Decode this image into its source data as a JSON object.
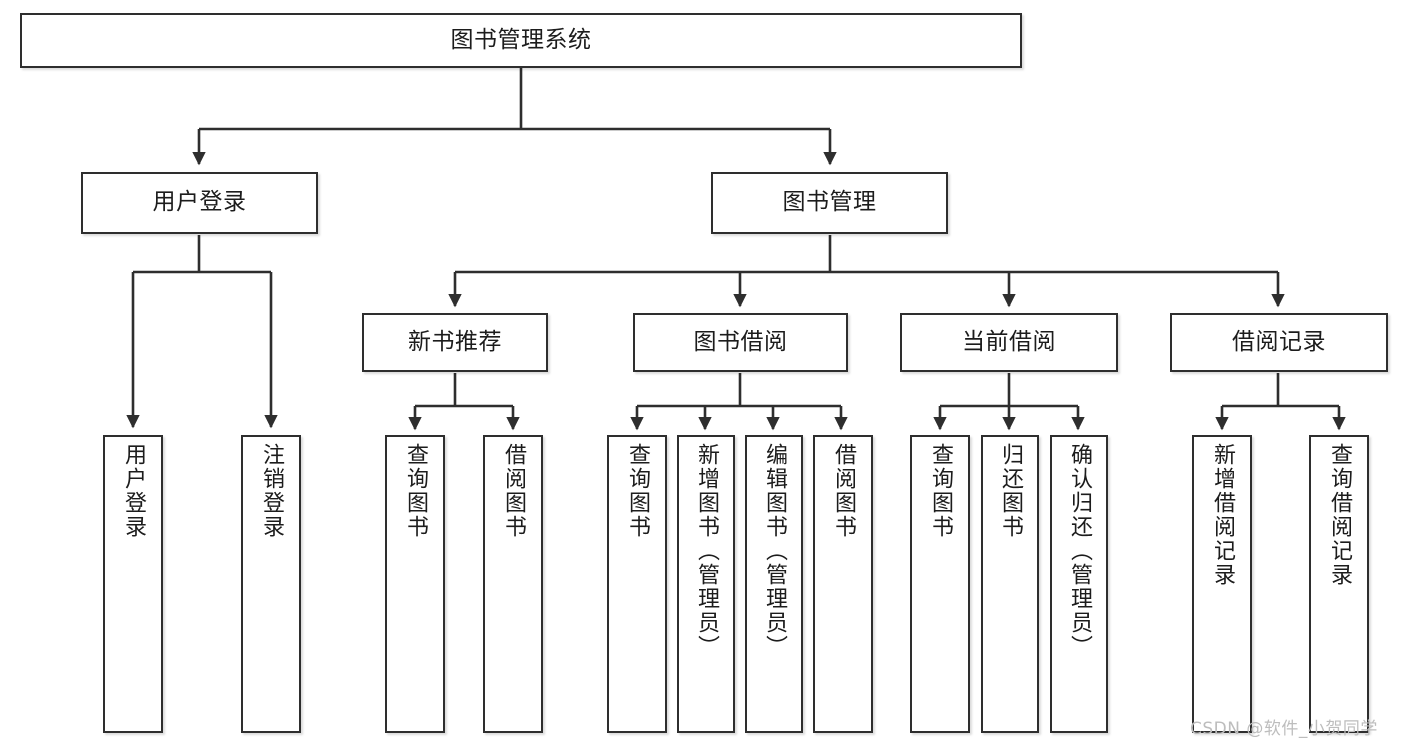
{
  "diagram": {
    "title_node": {
      "label": "图书管理系统"
    },
    "level2": [
      {
        "label": "用户登录"
      },
      {
        "label": "图书管理"
      }
    ],
    "level3": [
      {
        "label": "新书推荐"
      },
      {
        "label": "图书借阅"
      },
      {
        "label": "当前借阅"
      },
      {
        "label": "借阅记录"
      }
    ],
    "leaves": [
      {
        "label": "用户登录"
      },
      {
        "label": "注销登录"
      },
      {
        "label": "查询图书"
      },
      {
        "label": "借阅图书"
      },
      {
        "label": "查询图书"
      },
      {
        "label": "新增图书（管理员）"
      },
      {
        "label": "编辑图书（管理员）"
      },
      {
        "label": "借阅图书"
      },
      {
        "label": "查询图书"
      },
      {
        "label": "归还图书"
      },
      {
        "label": "确认归还（管理员）"
      },
      {
        "label": "新增借阅记录"
      },
      {
        "label": "查询借阅记录"
      }
    ],
    "watermark": "CSDN @软件_小贺同学",
    "colors": {
      "border": "#2e2e2e",
      "text": "#1c1c1c",
      "background": "#ffffff",
      "watermark": "#bdbdbd"
    }
  }
}
